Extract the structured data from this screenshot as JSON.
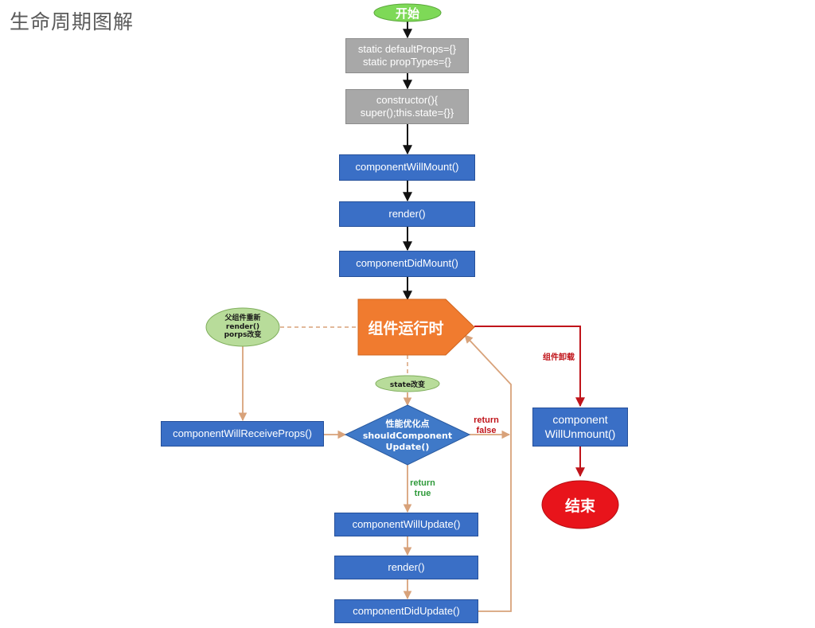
{
  "title": "生命周期图解",
  "colors": {
    "green_node": "#7ed957",
    "gray_node": "#a8a8a8",
    "blue_node": "#3a6fc6",
    "orange_node": "#f07b2f",
    "diamond": "#3f79c8",
    "end_node": "#e8141b",
    "arrow_orange": "#d8a27a",
    "arrow_red": "#c0141a",
    "arrow_black": "#111111"
  },
  "nodes": {
    "start": "开始",
    "static_line1": "static defaultProps={}",
    "static_line2": "static propTypes={}",
    "constructor_line1": "constructor(){",
    "constructor_line2": "super();this.state={}}",
    "will_mount": "componentWillMount()",
    "render": "render()",
    "did_mount": "componentDidMount()",
    "running": "组件运行时",
    "parent_line1": "父组件重新",
    "parent_line2": "render()",
    "parent_line3": "porps改变",
    "state_change": "state改变",
    "will_receive_props": "componentWillReceiveProps()",
    "diamond_line1": "性能优化点",
    "diamond_line2": "shouldComponent",
    "diamond_line3": "Update()",
    "will_update": "componentWillUpdate()",
    "render2": "render()",
    "did_update": "componentDidUpdate()",
    "unmount_line1": "component",
    "unmount_line2": "WillUnmount()",
    "end": "结束"
  },
  "edge_labels": {
    "return_false_line1": "return",
    "return_false_line2": "false",
    "return_true_line1": "return",
    "return_true_line2": "true",
    "unmount_label": "组件卸载"
  }
}
